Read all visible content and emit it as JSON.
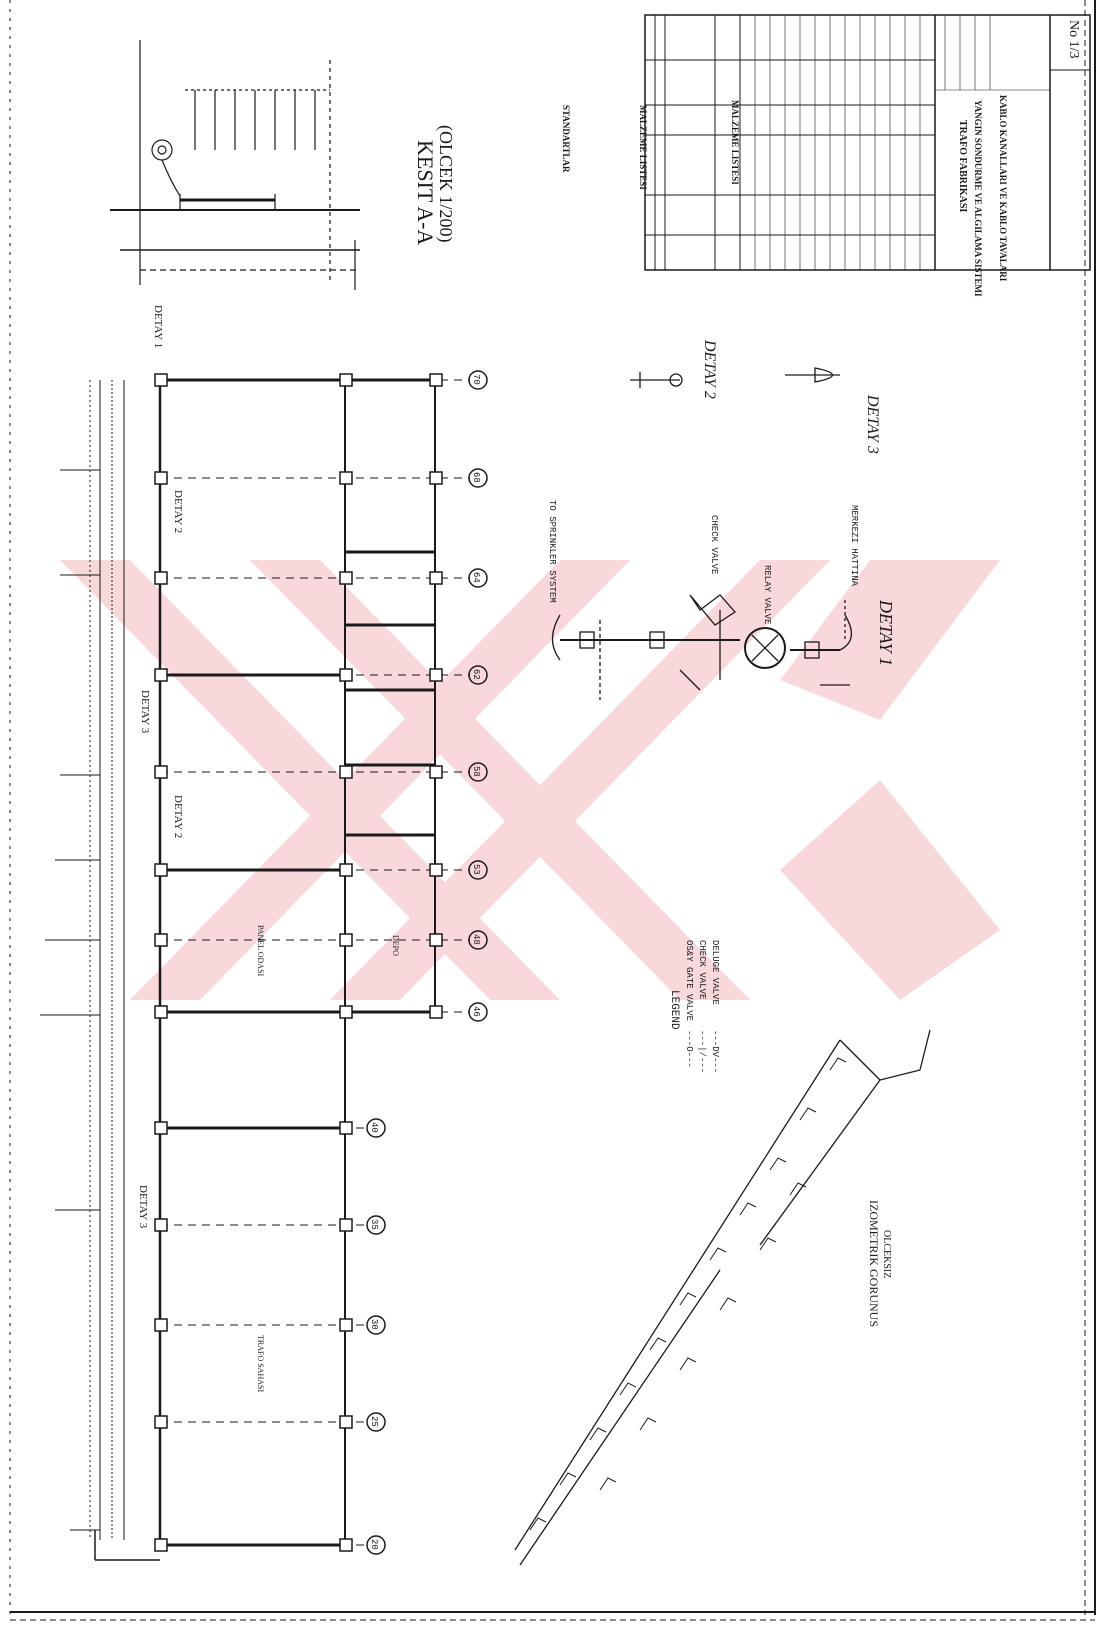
{
  "colors": {
    "ink": "#1a1a1a",
    "watermark": "#f3b9bc",
    "paper": "#ffffff"
  },
  "section": {
    "title": "KESIT A-A",
    "scale": "(OLCEK 1/200)"
  },
  "details": {
    "detay1": "DETAY 1",
    "detay2": "DETAY 2",
    "detay3": "DETAY 3",
    "detay1_labels": {
      "sprinkler_system": "TO SPRINKLER SYSTEM",
      "check_valve": "CHECK VALVE",
      "relay_valve": "RELAY VALVE",
      "main_line": "MERKEZI HATTINA"
    }
  },
  "plan_labels": {
    "detay1_marker": "DETAY 1",
    "detay2_a": "DETAY 2",
    "detay2_b": "DETAY 2",
    "detay3_a": "DETAY 3",
    "detay3_b": "DETAY 3",
    "room_panel": "PANEL ODASI",
    "room_depo": "DEPO",
    "room_trafo": "TRAFO SAHASI"
  },
  "column_labels": [
    "70",
    "68",
    "64",
    "62",
    "58",
    "53",
    "48",
    "46",
    "40",
    "35",
    "30",
    "25",
    "20"
  ],
  "legend": {
    "title": "LEGEND",
    "items": [
      {
        "symbol": "---O---",
        "label": "OS&Y GATE VALVE"
      },
      {
        "symbol": "---|/---",
        "label": "CHECK VALVE"
      },
      {
        "symbol": "---DV---",
        "label": "DELUGE VALVE"
      }
    ]
  },
  "isometric": {
    "title": "IZOMETRIK GORUNUS",
    "subtitle": "OLCEKSIZ"
  },
  "title_block": {
    "standards_heading": "STANDARTLAR",
    "material_list_1": "MALZEME LISTESI",
    "material_list_2": "MALZEME LISTESI",
    "company": "TRAFO FABRIKASI",
    "system": "YANGIN SONDURME VE ALGILAMA SISTEMI",
    "drawing": "KABLO KANALLARI VE KABLO TAVALARI",
    "sheet_no": "No 1/3"
  }
}
